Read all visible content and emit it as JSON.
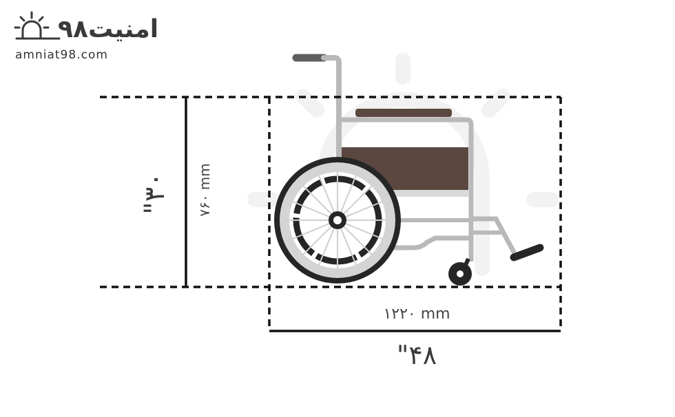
{
  "brand": {
    "name_fa": "امنیت۹۸",
    "url": "amniat98.com"
  },
  "dimensions": {
    "width_inch": "۴۸\"",
    "width_mm": "۱۲۲۰ mm",
    "height_inch": "۳۰\"",
    "height_mm": "۷۶۰ mm"
  },
  "colors": {
    "frame": "#b9b9b9",
    "seat": "#5b4740",
    "tire": "#262626",
    "rim": "#d4d4d4",
    "dash": "#111111",
    "watermark": "#f1f1f1"
  },
  "icons": [
    "wheelchair-icon",
    "sun-logo-icon"
  ]
}
